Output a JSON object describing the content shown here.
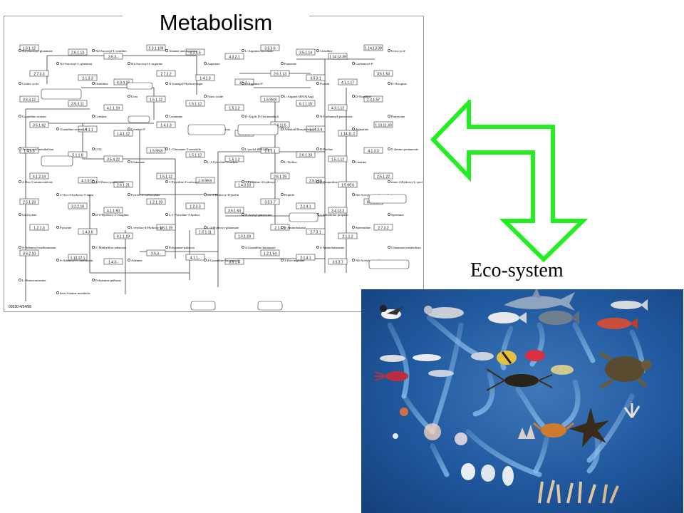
{
  "titles": {
    "metabolism": "Metabolism",
    "ecosystem": "Eco-system"
  },
  "pathway": {
    "map_id": "00330",
    "date": "4/24/98",
    "boxes": [
      "1.5.1.12",
      "2.6.1.13",
      "3.5.3.-",
      "2.3.1.109",
      "6.3.4.5",
      "4.3.2.1",
      "3.5.3.6",
      "3.5.1.14",
      "1.14.13.39",
      "1.14.13.39",
      "2.7.3.3",
      "2.1.3.3",
      "6.3.4.16",
      "2.7.2.2",
      "1.4.1.3",
      "3.5.1.-",
      "2.6.1.13",
      "3.5.3.1",
      "4.1.1.17",
      "3.5.1.53",
      "3.5.3.12",
      "3.5.3.11",
      "4.1.1.19",
      "1.5.1.12",
      "1.5.1.12",
      "1.5.1.2",
      "1.5.99.8",
      "6.1.1.15",
      "4.3.1.12",
      "2.3.1.57",
      "3.5.1.62",
      "1.4.1.1",
      "1.4.1.12",
      "1.4.3.3",
      "5.1.1.4",
      "1.5.1.1",
      "3.4.11.5",
      "1.14.3.4",
      "1.14.11.2",
      "1.13.11.30",
      "1.4.3.3",
      "5.1.1.8",
      "3.5.4.22",
      "1.5.99.8",
      "1.5.1.12",
      "1.5.1.2",
      "2.6.1.1",
      "2.6.1.23",
      "1.5.1.12",
      "4.1.3.3",
      "4.1.2.14",
      "4.1.3.16",
      "2.6.1.21",
      "1.5.1.12",
      "1.5.99.8",
      "1.4.3.10",
      "2.6.1.29",
      "2.5.1.16",
      "1.5.99.6",
      "2.5.1.22",
      "2.5.1.23",
      "3.2.2.16",
      "4.1.1.50",
      "1.2.1.19",
      "1.2.3.3",
      "3.5.1.63",
      "3.5.3.7",
      "2.1.4.1",
      "3.4.13.3",
      "6.3.2.11",
      "1.2.1.3",
      "1.4.3.6",
      "6.1.1.19",
      "1.5.1.19",
      "1.5.1.11",
      "1.5.1.19",
      "2.1.4.1",
      "2.7.3.1",
      "2.1.1.2",
      "2.7.3.2",
      "3.5.2.10",
      "1.13.12.1",
      "1.4.3.-",
      "3.5.3.-",
      "4.1.1.-",
      "3.5.1.4",
      "1.2.1.54",
      "2.1.4.1",
      "3.5.3.7"
    ],
    "labels": [
      "N2-Succinyl-glutamate",
      "N2-Succinyl-L-glutamate 5-semialdehyde",
      "N2-Succinyl-L-ornithine",
      "N2-Succinyl-L-arginine",
      "Alanine and aspartate metabolism",
      "Aspartate",
      "L-Arginino-succinate",
      "Fumarate",
      "Citrulline",
      "Carbamoyl-P",
      "Urea cycle",
      "Citrate cycle",
      "Arginine",
      "Ornithine",
      "Urea",
      "N-(omega)-Hydroxyarginine",
      "Nitric oxide",
      "L-Arginine-P",
      "L-Arginyl-tRNA(Arg)",
      "Protein",
      "D-Nopaline",
      "D-Octopine",
      "Guanidino-acetate",
      "Guanidino-acetate-P",
      "Creatine",
      "Creatine-P",
      "Creatinine",
      "Creatine pathway",
      "D-Arg & D-Orn metabolism",
      "Alkaloid Biosynthesis II",
      "N-Carbamoyl-putrescine",
      "Agmatine",
      "Putrescine",
      "Amino acid metabolism",
      "NH3",
      "CO2",
      "Glutamate",
      "L-Glutamate 5-semialdehyde",
      "L-1-Pyrroline 5-carboxylate",
      "L-prolyl-tRNA(Pro)",
      "L-Proline",
      "D-Proline",
      "Linatine",
      "5-Amino-pentanoate",
      "2-Oxo-5-aminovalerate",
      "2-Oxo-4-hydroxy-5-aminovalerate",
      "2,5-Dioxo-pentanoate",
      "Pyrrole-2-carboxylate",
      "1-Pyrroline 2-carboxylate",
      "cis-4-Hydroxy-D-proline",
      "1-Pyrroline-4-hydroxy-2-carboxylate",
      "Peptide",
      "4-Oxoproline",
      "N4-Acetyl-aminobutanal",
      "trans-4-Hydroxy-L-proline",
      "Glyoxylate",
      "Pyruvate",
      "D-4-Hydroxy-2-oxoglutarate",
      "L-erythro-4-Hydroxy-glutamate",
      "L-1-Pyrroline-3-hydroxy-5-carboxylate",
      "L-4-Hydroxy-glutamate semialdehyde",
      "N-Acetyl-putrescine",
      "4-Aminobutanal",
      "1,3-Diamino-propane",
      "Spermidine",
      "Spermine",
      "S-Adenosyl-methioninamine",
      "S-Adenosyl-L-methionine",
      "5'-Methylthio-adenosine",
      "Adenine",
      "Polyamine pathway",
      "4-Guanidino-butanamide",
      "4-Guanidino-butanoate",
      "2-Oxo-arginine",
      "4-Aminobutanoate",
      "N4-Acetylamino-butanoate",
      "Glutamate metabolism",
      "L-Homocarnosine",
      "beta-Alanine metabolism",
      "Polyamine pathway"
    ]
  },
  "ecosystem_panel": {
    "description_icons": [
      "seabird-icon",
      "seal-icon",
      "fish-icon",
      "shark-icon",
      "tuna-icon",
      "turtle-icon",
      "squid-icon",
      "lobster-icon",
      "crab-icon",
      "starfish-icon",
      "coral-icon",
      "jellyfish-icon",
      "plankton-icon"
    ],
    "colors": {
      "water": "#20589e",
      "arrow": "#6ea9e0"
    }
  },
  "colors": {
    "arrow_green": "#22ee22",
    "frame": "#9a9a9a"
  }
}
